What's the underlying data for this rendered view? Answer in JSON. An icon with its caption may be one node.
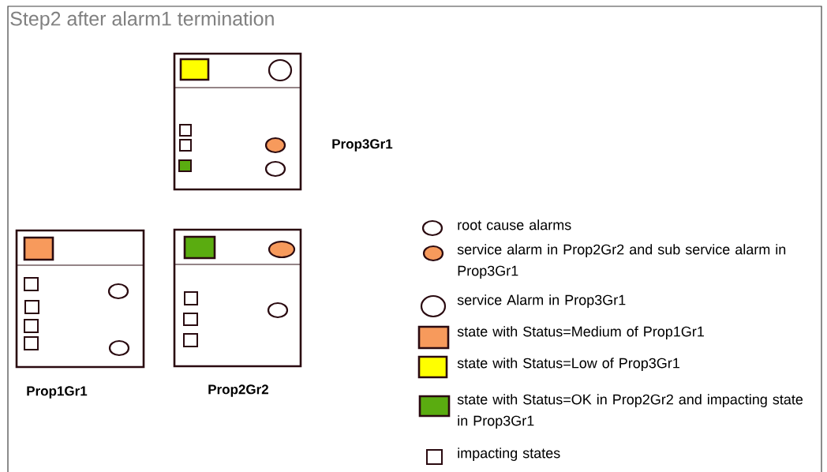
{
  "diagram": {
    "title": "Step2 after alarm1 termination",
    "nodes": [
      {
        "text": [],
        "shape": "box",
        "beside": [
          "Prop3Gr1"
        ]
      },
      {
        "text": [],
        "shape": "box",
        "beside": [
          "Prop1Gr1"
        ]
      },
      {
        "text": [],
        "shape": "box",
        "beside": [
          "Prop2Gr2"
        ]
      }
    ],
    "legend": [
      {
        "text": "root cause alarms"
      },
      {
        "text": "service alarm in Prop2Gr2 and sub service alarm in Prop3Gr1"
      },
      {
        "text": "service Alarm in Prop3Gr1"
      },
      {
        "text": "state with Status=Medium of Prop1Gr1",
        "color": "#f79a5c"
      },
      {
        "text": "state with Status=Low of Prop3Gr1",
        "color": "#ffff00"
      },
      {
        "text": "state with Status=OK in Prop2Gr2 and impacting state in Prop3Gr1",
        "color": "#5aac10"
      },
      {
        "text": "impacting states"
      }
    ]
  }
}
